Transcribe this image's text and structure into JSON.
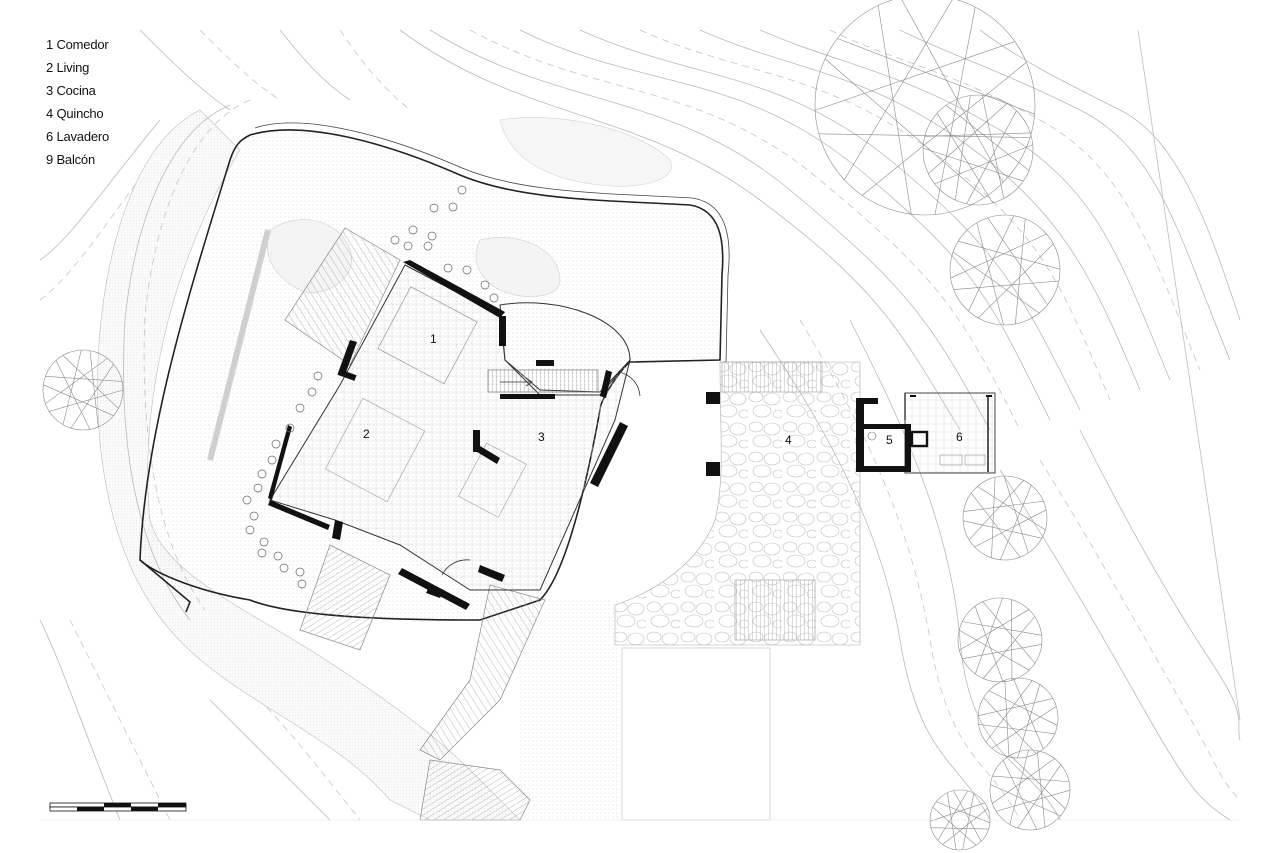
{
  "legend": {
    "items": [
      "1 Comedor",
      "2 Living",
      "3 Cocina",
      "4 Quincho",
      "6 Lavadero",
      "9 Balcón"
    ]
  },
  "plan": {
    "room_numbers": [
      "1",
      "2",
      "3",
      "4",
      "5",
      "6"
    ]
  },
  "colors": {
    "wall": "#111111",
    "contour": "#b9b9b9",
    "paving": "#dcdcdc",
    "background": "#ffffff"
  }
}
